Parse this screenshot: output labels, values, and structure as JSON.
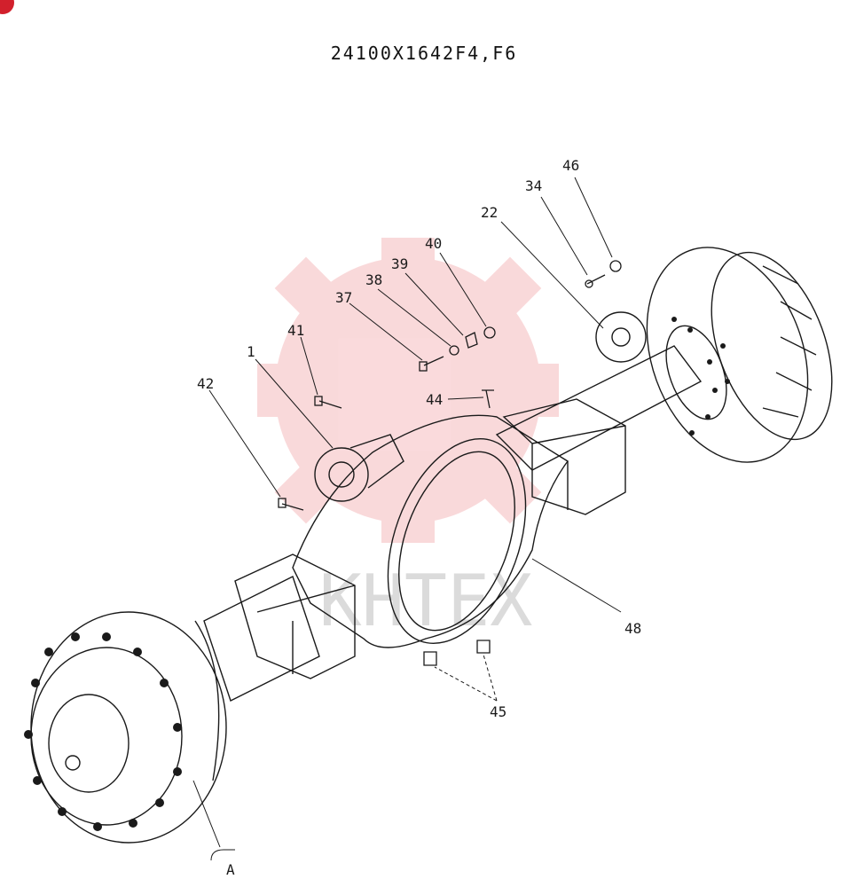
{
  "title": "24100X1642F4,F6",
  "watermark": {
    "text": "KHTEX",
    "color": "#e01b23"
  },
  "callouts": [
    {
      "id": "46",
      "label": "46"
    },
    {
      "id": "34",
      "label": "34"
    },
    {
      "id": "22",
      "label": "22"
    },
    {
      "id": "40",
      "label": "40"
    },
    {
      "id": "39",
      "label": "39"
    },
    {
      "id": "38",
      "label": "38"
    },
    {
      "id": "37",
      "label": "37"
    },
    {
      "id": "41",
      "label": "41"
    },
    {
      "id": "1",
      "label": "1"
    },
    {
      "id": "42",
      "label": "42"
    },
    {
      "id": "44",
      "label": "44"
    },
    {
      "id": "48",
      "label": "48"
    },
    {
      "id": "45",
      "label": "45"
    },
    {
      "id": "A",
      "label": "A"
    }
  ],
  "colors": {
    "ink": "#1a1a1a",
    "badge": "#d2202c",
    "background": "#ffffff"
  }
}
